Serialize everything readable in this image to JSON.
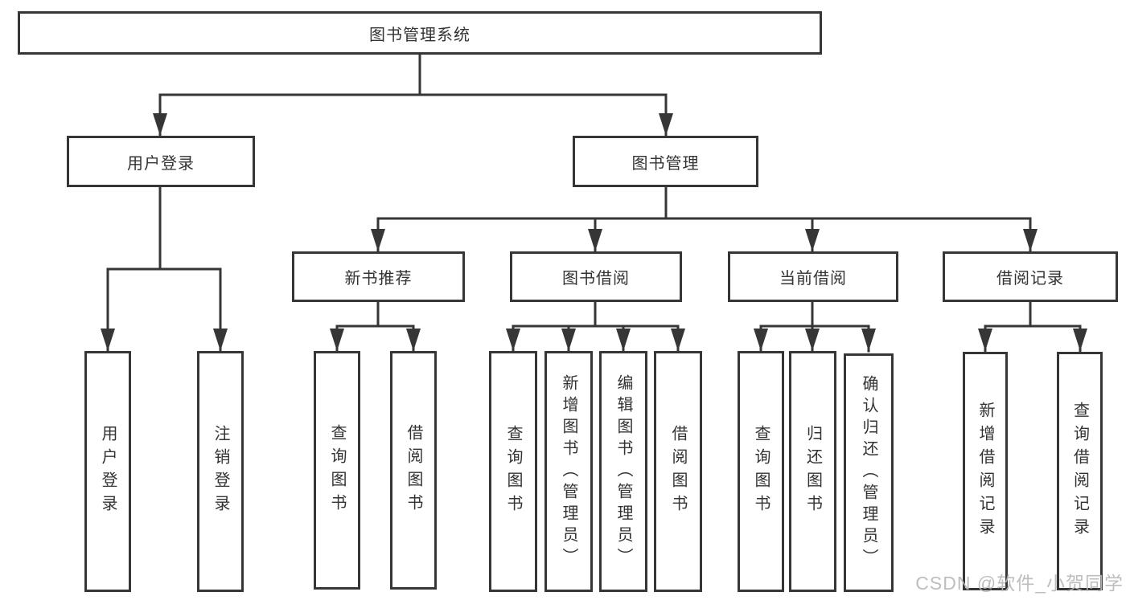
{
  "diagram": {
    "title": "图书管理系统",
    "level2": {
      "user_login": "用户登录",
      "book_mgmt": "图书管理"
    },
    "level3": {
      "new_books": "新书推荐",
      "book_borrow": "图书借阅",
      "current_borrow": "当前借阅",
      "borrow_records": "借阅记录"
    },
    "leaves": {
      "user_login": [
        "用户登录",
        "注销登录"
      ],
      "new_books": [
        "查询图书",
        "借阅图书"
      ],
      "book_borrow": [
        "查询图书",
        "新增图书（管理员）",
        "编辑图书（管理员）",
        "借阅图书"
      ],
      "current_borrow": [
        "查询图书",
        "归还图书",
        "确认归还（管理员）"
      ],
      "borrow_records": [
        "新增借阅记录",
        "查询借阅记录"
      ]
    }
  },
  "watermark": {
    "text": "CSDN @软件_小贺同学"
  },
  "colors": {
    "line": "#363636",
    "text": "#333333",
    "background": "#ffffff",
    "watermark": "#b9b9b9"
  }
}
